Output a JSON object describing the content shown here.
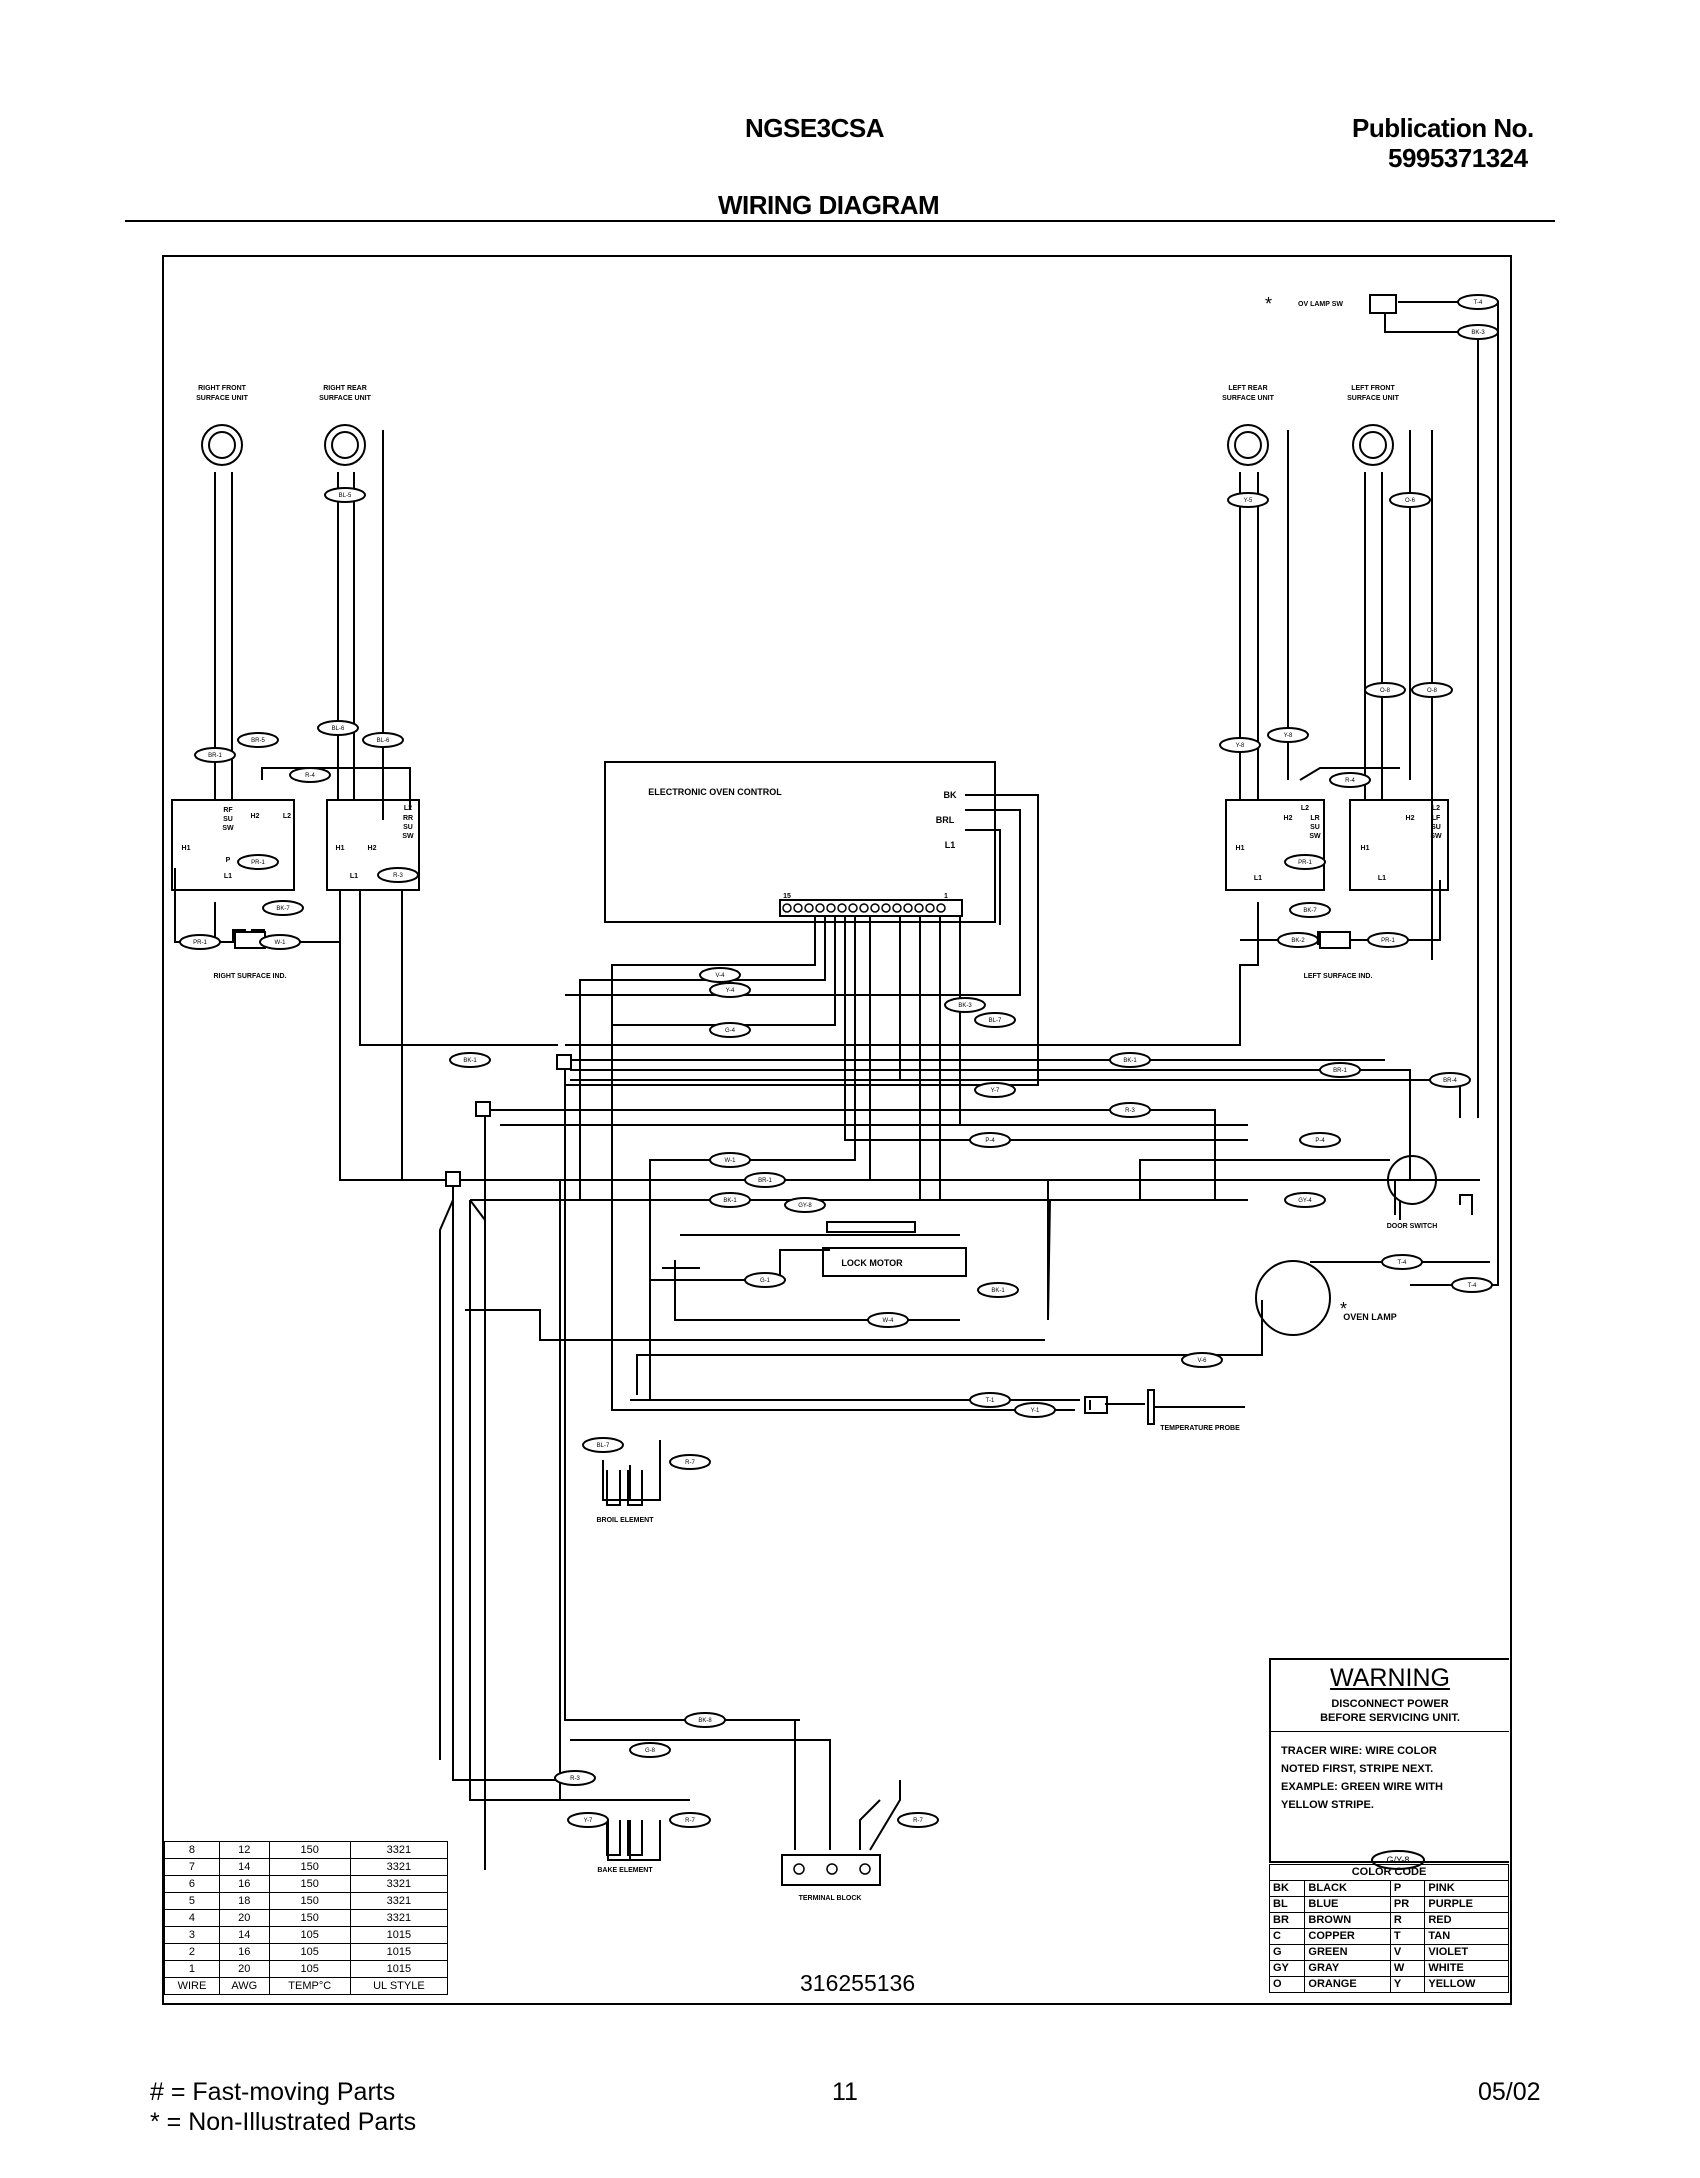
{
  "header": {
    "model": "NGSE3CSA",
    "publication_label": "Publication No.",
    "publication_number": "5995371324",
    "section_title": "WIRING DIAGRAM"
  },
  "diagram": {
    "lamp_sw": "OV LAMP SW",
    "units": {
      "rf": [
        "RIGHT FRONT",
        "SURFACE UNIT"
      ],
      "rr": [
        "RIGHT REAR",
        "SURFACE UNIT"
      ],
      "lr": [
        "LEFT REAR",
        "SURFACE UNIT"
      ],
      "lf": [
        "LEFT FRONT",
        "SURFACE UNIT"
      ]
    },
    "switches": {
      "rf": [
        "RF",
        "SU",
        "SW"
      ],
      "rr": [
        "RR",
        "SU",
        "SW"
      ],
      "lr": [
        "LR",
        "SU",
        "SW"
      ],
      "lf": [
        "LF",
        "SU",
        "SW"
      ]
    },
    "terminals": {
      "h1": "H1",
      "h2": "H2",
      "l1": "L1",
      "l2": "L2",
      "p": "P"
    },
    "right_ind": "RIGHT SURFACE IND.",
    "left_ind": "LEFT SURFACE IND.",
    "control": {
      "title": "ELECTRONIC OVEN CONTROL",
      "bk": "BK",
      "brl": "BRL",
      "l1": "L1",
      "pin_first": "15",
      "pin_last": "1"
    },
    "lock_motor": "LOCK MOTOR",
    "door_switch": "DOOR SWITCH",
    "oven_lamp": "OVEN LAMP",
    "temp_probe": "TEMPERATURE PROBE",
    "broil_element": "BROIL ELEMENT",
    "bake_element": "BAKE ELEMENT",
    "terminal_block": "TERMINAL BLOCK",
    "wire_tags": {
      "t1": "T-4",
      "t2": "BK-3",
      "t3": "BL-5",
      "t4": "Y-5",
      "t5": "O-6",
      "t6": "BR-1",
      "t7": "BR-5",
      "t8": "BL-6",
      "t9": "BL-6",
      "t10": "O-8",
      "t11": "O-8",
      "t12": "Y-8",
      "t13": "Y-8",
      "t14": "R-4",
      "t15": "R-4",
      "t16": "PR-1",
      "t17": "R-3",
      "t18": "BK-7",
      "t19": "PR-1",
      "t20": "PR-1",
      "t21": "W-1",
      "t22": "BK-2",
      "t23": "PR-1",
      "t24": "V-4",
      "t25": "Y-4",
      "t26": "BK-3",
      "t27": "G-4",
      "t28": "BL-7",
      "t29": "BK-1",
      "t30": "BK-1",
      "t31": "BR-1",
      "t32": "BR-4",
      "t33": "Y-7",
      "t34": "R-3",
      "t35": "P-4",
      "t36": "P-4",
      "t37": "W-1",
      "t38": "BK-1",
      "t39": "BR-1",
      "t40": "GY-8",
      "t41": "GY-4",
      "t42": "G-1",
      "t43": "BK-1",
      "t44": "T-4",
      "t45": "T-4",
      "t46": "W-4",
      "t47": "V-6",
      "t48": "T-1",
      "t49": "Y-1",
      "t50": "BL-7",
      "t51": "R-7",
      "t52": "BK-8",
      "t53": "G-8",
      "t54": "R-3",
      "t55": "Y-7",
      "t56": "R-7",
      "t57": "R-7",
      "t58": "G/Y-8"
    }
  },
  "warning": {
    "title": "WARNING",
    "line1": "DISCONNECT POWER",
    "line2": "BEFORE SERVICING UNIT.",
    "tracer1": "TRACER WIRE:  WIRE COLOR",
    "tracer2": "NOTED FIRST, STRIPE NEXT.",
    "tracer3": "EXAMPLE:  GREEN WIRE WITH",
    "tracer4": "YELLOW STRIPE."
  },
  "color_code": {
    "title": "COLOR CODE",
    "rows": [
      [
        "BK",
        "BLACK",
        "P",
        "PINK"
      ],
      [
        "BL",
        "BLUE",
        "PR",
        "PURPLE"
      ],
      [
        "BR",
        "BROWN",
        "R",
        "RED"
      ],
      [
        "C",
        "COPPER",
        "T",
        "TAN"
      ],
      [
        "G",
        "GREEN",
        "V",
        "VIOLET"
      ],
      [
        "GY",
        "GRAY",
        "W",
        "WHITE"
      ],
      [
        "O",
        "ORANGE",
        "Y",
        "YELLOW"
      ]
    ]
  },
  "wire_table": {
    "rows": [
      [
        "8",
        "12",
        "150",
        "3321"
      ],
      [
        "7",
        "14",
        "150",
        "3321"
      ],
      [
        "6",
        "16",
        "150",
        "3321"
      ],
      [
        "5",
        "18",
        "150",
        "3321"
      ],
      [
        "4",
        "20",
        "150",
        "3321"
      ],
      [
        "3",
        "14",
        "105",
        "1015"
      ],
      [
        "2",
        "16",
        "105",
        "1015"
      ],
      [
        "1",
        "20",
        "105",
        "1015"
      ]
    ],
    "headers": [
      "WIRE",
      "AWG",
      "TEMP°C",
      "UL STYLE"
    ]
  },
  "part_number": "316255136",
  "footer": {
    "legend1": "# = Fast-moving Parts",
    "legend2": "* = Non-Illustrated Parts",
    "page": "11",
    "date": "05/02"
  }
}
